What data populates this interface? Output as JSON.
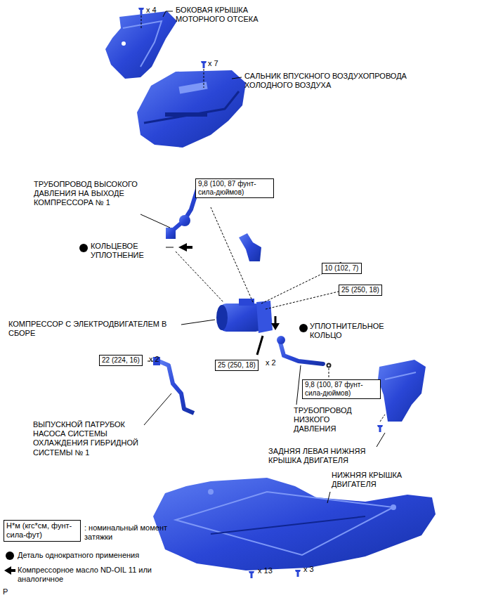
{
  "diagram": {
    "nodes": [
      {
        "text": [
          "9,8 (100, 87 фунт-сила-дюймов)"
        ]
      },
      {
        "text": [
          "10 (102, 7)"
        ]
      },
      {
        "text": [
          "25 (250, 18)"
        ]
      },
      {
        "text": [
          "25 (250, 18)"
        ]
      },
      {
        "text": [
          "22 (224, 16)"
        ]
      },
      {
        "text": [
          "9,8 (100, 87 фунт-сила-дюймов)"
        ]
      },
      {
        "text": [
          "Н*м (кгс*см, фунт-сила-фут)"
        ]
      }
    ],
    "labels": [
      "x 4",
      "БОКОВАЯ КРЫШКА МОТОРНОГО ОТСЕКА",
      "x 7",
      "САЛЬНИК ВПУСКНОГО ВОЗДУХОПРОВОДА ХОЛОДНОГО ВОЗДУХА",
      "ТРУБОПРОВОД ВЫСОКОГО ДАВЛЕНИЯ НА ВЫХОДЕ КОМПРЕССОРА № 1",
      "КОЛЬЦЕВОЕ УПЛОТНЕНИЕ",
      "КОМПРЕССОР С ЭЛЕКТРОДВИГАТЕЛЕМ В СБОРЕ",
      "УПЛОТНИТЕЛЬНОЕ КОЛЬЦО",
      "x 2",
      "x 2",
      "ТРУБОПРОВОД НИЗКОГО ДАВЛЕНИЯ",
      "ВЫПУСКНОЙ ПАТРУБОК НАСОСА СИСТЕМЫ ОХЛАЖДЕНИЯ ГИБРИДНОЙ СИСТЕМЫ № 1",
      "ЗАДНЯЯ ЛЕВАЯ НИЖНЯЯ КРЫШКА ДВИГАТЕЛЯ",
      "НИЖНЯЯ КРЫШКА ДВИГАТЕЛЯ",
      "x 13",
      "x 3",
      "P"
    ],
    "legend": [
      {
        "text": ": номинальный момент затяжки"
      },
      {
        "text": "Деталь однократного применения"
      },
      {
        "text": "Компрессорное масло ND-OIL 11 или аналогичное"
      }
    ]
  }
}
